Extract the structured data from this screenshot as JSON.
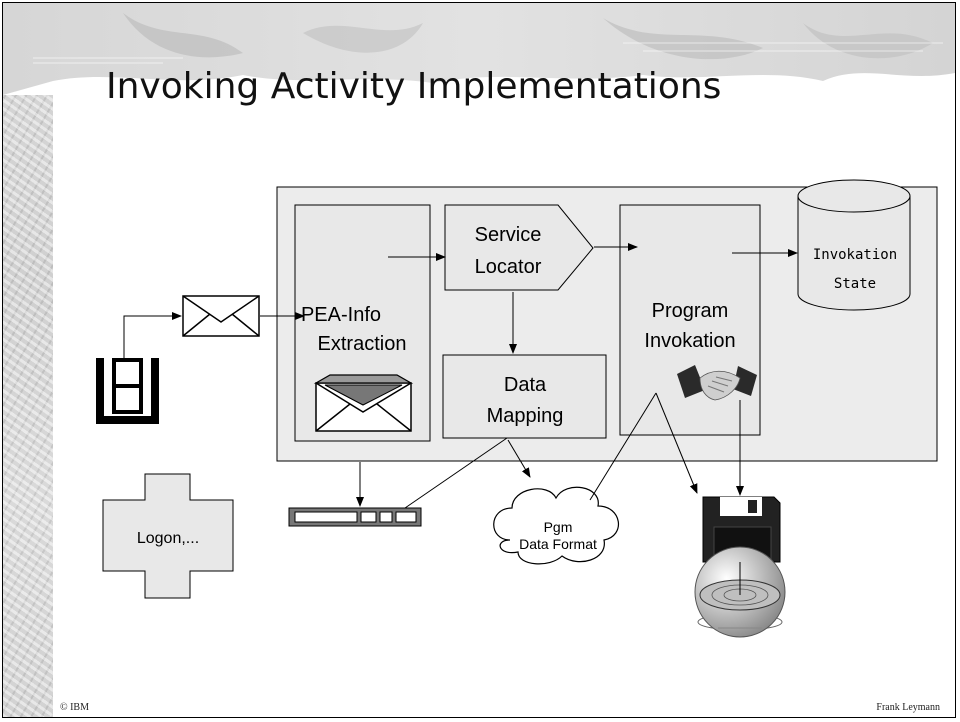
{
  "slide": {
    "title": "Invoking Activity Implementations",
    "footer_left": "© IBM",
    "footer_right": "Frank Leymann"
  },
  "diagram": {
    "pea_info_line1": "PEA-Info",
    "pea_info_line2": "Extraction",
    "service_locator_line1": "Service",
    "service_locator_line2": "Locator",
    "data_mapping_line1": "Data",
    "data_mapping_line2": "Mapping",
    "program_invokation_line1": "Program",
    "program_invokation_line2": "Invokation",
    "invokation_state_line1": "Invokation",
    "invokation_state_line2": "State",
    "pgm_data_format_line1": "Pgm",
    "pgm_data_format_line2": "Data Format",
    "logon_label": "Logon,..."
  },
  "colors": {
    "box_fill": "#e8e8e8",
    "outer_fill": "#ececec",
    "stroke": "#000000",
    "texture": "#d0d0d0"
  },
  "icons": [
    "envelope-icon",
    "open-envelope-icon",
    "queue-icon",
    "handshake-icon",
    "floppy-disk-icon",
    "globe-icon",
    "database-cylinder-icon",
    "cloud-shape",
    "cross-shape",
    "record-bar-icon"
  ]
}
